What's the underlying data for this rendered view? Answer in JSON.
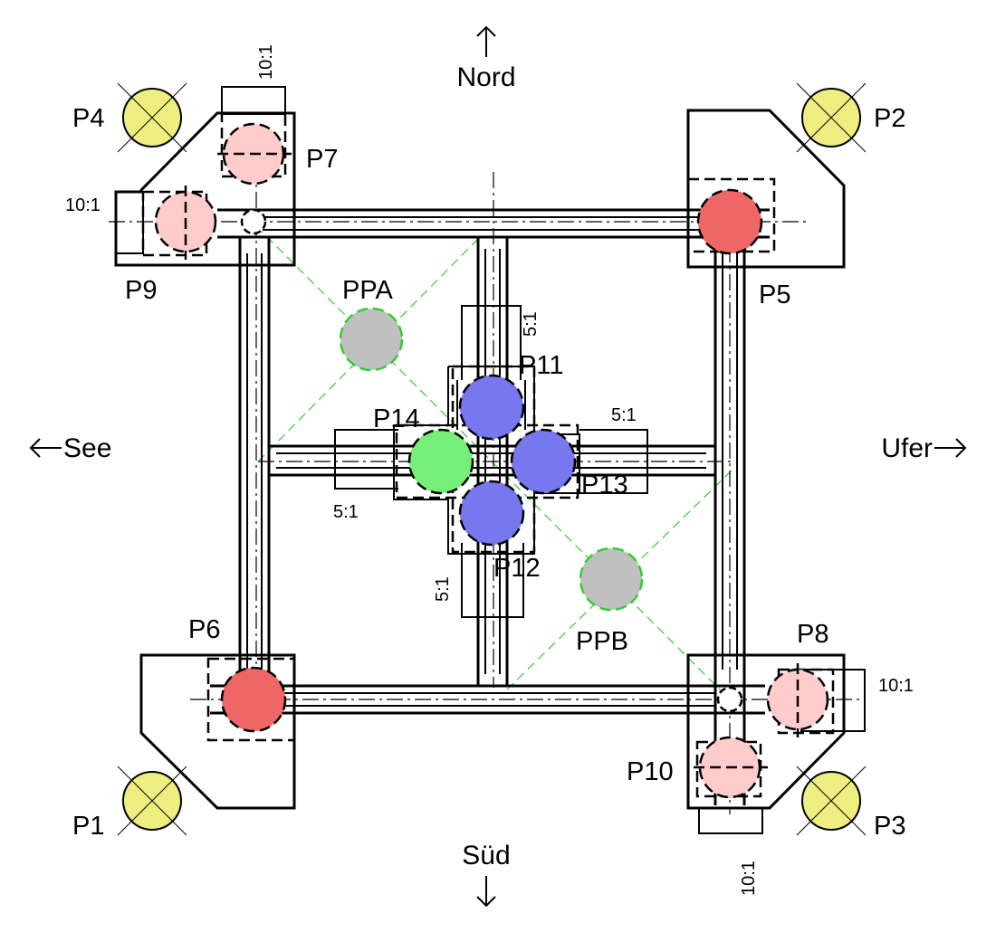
{
  "directions": {
    "north": "Nord",
    "south": "Süd",
    "west": "See",
    "east": "Ufer"
  },
  "points": {
    "p1": "P1",
    "p2": "P2",
    "p3": "P3",
    "p4": "P4",
    "p5": "P5",
    "p6": "P6",
    "p7": "P7",
    "p8": "P8",
    "p9": "P9",
    "p10": "P10",
    "p11": "P11",
    "p12": "P12",
    "p13": "P13",
    "p14": "P14",
    "ppa": "PPA",
    "ppb": "PPB"
  },
  "ratios": {
    "p7": "10:1",
    "p9": "10:1",
    "p8": "10:1",
    "p10": "10:1",
    "p11": "5:1",
    "p12": "5:1",
    "p13": "5:1",
    "p14": "5:1"
  },
  "colors": {
    "yellow_reference": "#eeee80",
    "light_red": "#ffcccc",
    "red": "#ee6666",
    "blue": "#7777ee",
    "green": "#77ee77",
    "gray": "#c0c0c0",
    "green_dash": "#33cc33"
  }
}
